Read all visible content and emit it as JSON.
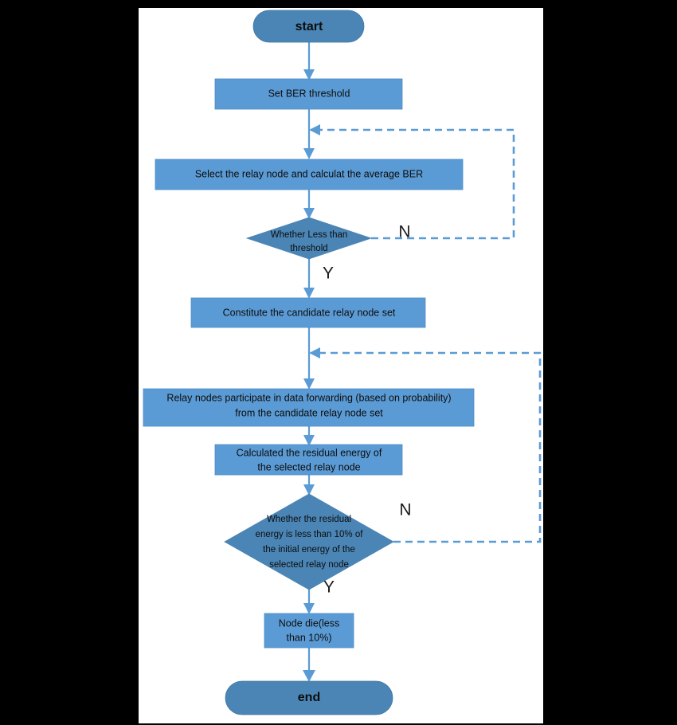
{
  "page": {
    "background_color": "#000000",
    "sheet_color": "#ffffff",
    "title": "Relay node selection and energy flowchart"
  },
  "palette": {
    "process_fill": "#5b9bd5",
    "terminator_fill": "#4a85b5",
    "decision_fill": "#4a85b5",
    "connector": "#5b9bd5",
    "text": "#0d0d0d"
  },
  "nodes": {
    "start": {
      "label": "start",
      "shape": "terminator"
    },
    "set_ber": {
      "label": "Set BER threshold",
      "shape": "process"
    },
    "select_relay": {
      "label": "Select the relay node and calculat the average BER",
      "shape": "process"
    },
    "decision_threshold": {
      "line1": "Whether Less than",
      "line2": "threshold",
      "shape": "decision"
    },
    "constitute_set": {
      "label": "Constitute the candidate relay node set",
      "shape": "process"
    },
    "participate": {
      "line1": "Relay nodes participate in data forwarding (based on probability)",
      "line2": "from the candidate relay node set",
      "shape": "process"
    },
    "calc_residual": {
      "line1": "Calculated the residual energy of",
      "line2": "the selected relay node",
      "shape": "process"
    },
    "decision_energy": {
      "line1": "Whether the residual",
      "line2": "energy is less than 10% of",
      "line3": "the initial energy of the",
      "line4": "selected relay node",
      "shape": "decision"
    },
    "node_die": {
      "line1": "Node die(less",
      "line2": "than 10%)",
      "shape": "process"
    },
    "end": {
      "label": "end",
      "shape": "terminator"
    }
  },
  "branch_labels": {
    "threshold_no": "N",
    "threshold_yes": "Y",
    "energy_no": "N",
    "energy_yes": "Y"
  }
}
